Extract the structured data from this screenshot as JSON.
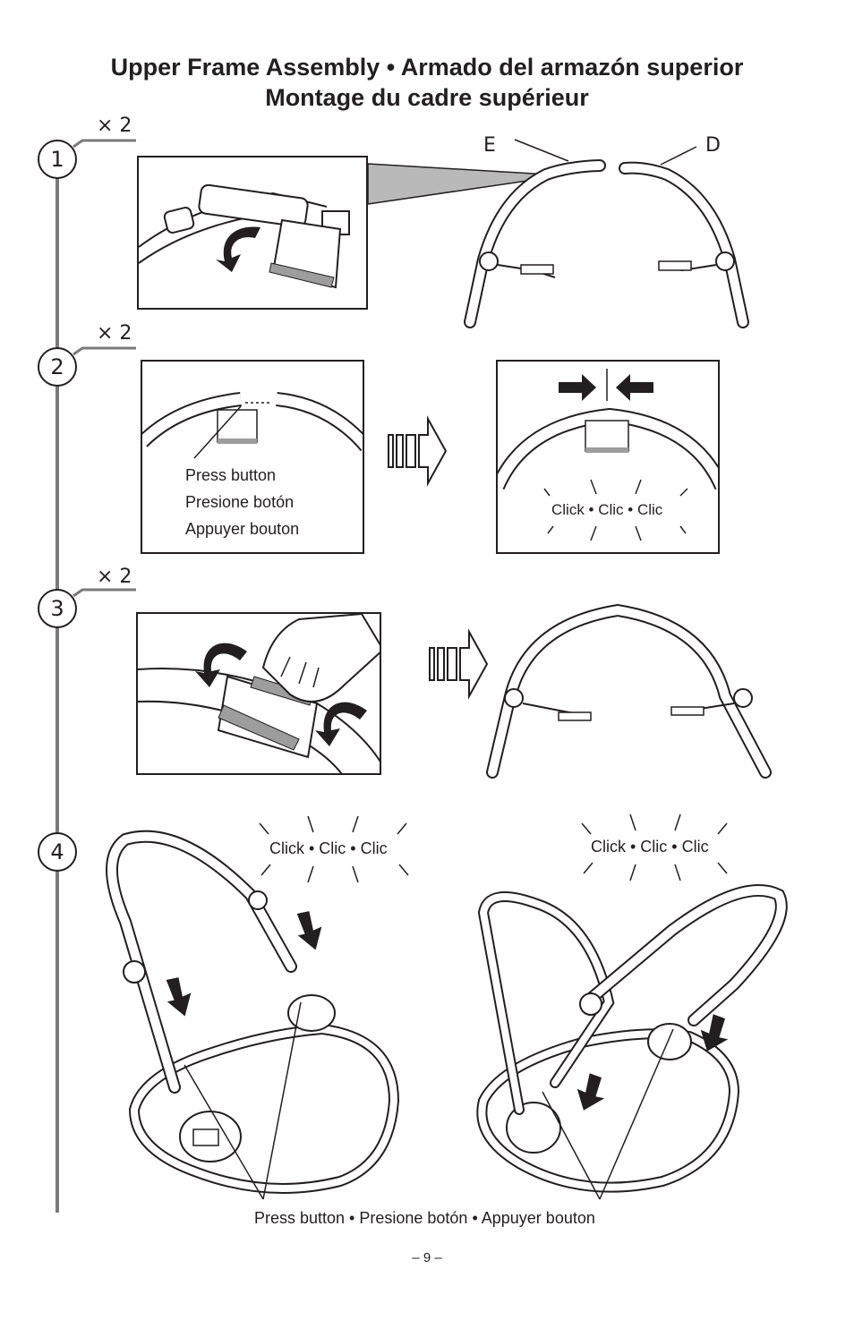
{
  "header": {
    "title_line1": "Upper Frame Assembly  •  Armado del armazón superior",
    "title_line2": "Montage du cadre supérieur"
  },
  "steps": [
    {
      "number": "1",
      "multiplier": "× 2"
    },
    {
      "number": "2",
      "multiplier": "× 2"
    },
    {
      "number": "3",
      "multiplier": "× 2"
    },
    {
      "number": "4"
    }
  ],
  "step1": {
    "label_e": "E",
    "label_d": "D"
  },
  "step2": {
    "press_en": "Press button",
    "press_es": "Presione botón",
    "press_fr": "Appuyer bouton",
    "click": "Click • Clic • Clic"
  },
  "step4": {
    "click_left": "Click • Clic • Clic",
    "click_right": "Click • Clic • Clic",
    "press_caption": "Press button  •  Presione botón  •  Appuyer bouton"
  },
  "footer": {
    "page_number": "– 9 –"
  },
  "icons": [
    "rotate-arrow-icon",
    "push-arrow-icon",
    "down-arrow-icon",
    "converge-arrows-icon"
  ]
}
